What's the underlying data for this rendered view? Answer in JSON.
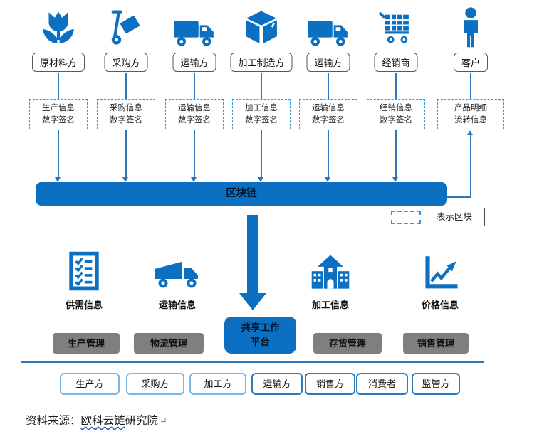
{
  "colors": {
    "primary_blue": "#0B70C2",
    "connector_blue": "#2E75B6",
    "dashed_blue": "#3498DB",
    "management_gray": "#7F7F7F"
  },
  "top_chain": {
    "columns": [
      {
        "icon": "tulip-icon",
        "label": "原材料方",
        "info": {
          "line1": "生产信息",
          "line2": "数字签名"
        }
      },
      {
        "icon": "handtruck-icon",
        "label": "采购方",
        "info": {
          "line1": "采购信息",
          "line2": "数字签名"
        }
      },
      {
        "icon": "truck-icon",
        "label": "运输方",
        "info": {
          "line1": "运输信息",
          "line2": "数字签名"
        }
      },
      {
        "icon": "box-icon",
        "label": "加工制造方",
        "info": {
          "line1": "加工信息",
          "line2": "数字签名"
        }
      },
      {
        "icon": "truck-icon",
        "label": "运输方",
        "info": {
          "line1": "运输信息",
          "line2": "数字签名"
        }
      },
      {
        "icon": "cart-icon",
        "label": "经销商",
        "info": {
          "line1": "经销信息",
          "line2": "数字签名"
        }
      },
      {
        "icon": "person-icon",
        "label": "客户",
        "info": {
          "line1": "产品明细",
          "line2": "流转信息"
        }
      }
    ]
  },
  "blockchain_bar": {
    "label": "区块链"
  },
  "legend": {
    "label": "表示区块"
  },
  "middle": {
    "items": [
      {
        "icon": "checklist-icon",
        "label": "供需信息"
      },
      {
        "icon": "dumptruck-icon",
        "label": "运输信息"
      },
      {
        "icon": "factory-icon",
        "label": "加工信息"
      },
      {
        "icon": "chart-icon",
        "label": "价格信息"
      }
    ],
    "platform": {
      "line1": "共享工作",
      "line2": "平台"
    },
    "management": [
      "生产管理",
      "物流管理",
      "存货管理",
      "销售管理"
    ]
  },
  "bottom_row": [
    "生产方",
    "采购方",
    "加工方",
    "运输方",
    "销售方",
    "消费者",
    "监管方"
  ],
  "footer": {
    "prefix": "资料来源：",
    "source": "欧科云链",
    "suffix": "研究院",
    "return_mark": "↵"
  }
}
